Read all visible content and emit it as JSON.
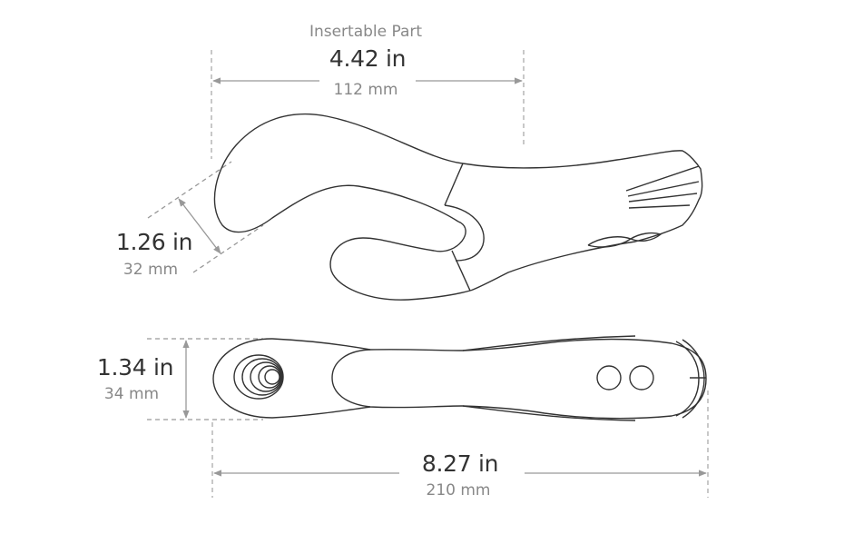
{
  "colors": {
    "outline": "#333333",
    "dimension_line": "#999999",
    "dashed_guide": "#aaaaaa",
    "primary_text": "#333333",
    "secondary_text": "#888888"
  },
  "dimensions": {
    "insertable_part": {
      "caption": "Insertable Part",
      "imperial": "4.42 in",
      "metric": "112 mm"
    },
    "diameter_tip": {
      "imperial": "1.26 in",
      "metric": "32 mm"
    },
    "width": {
      "imperial": "1.34 in",
      "metric": "34 mm"
    },
    "total_length": {
      "imperial": "8.27 in",
      "metric": "210 mm"
    }
  },
  "views": [
    {
      "name": "side-view"
    },
    {
      "name": "top-view"
    }
  ]
}
